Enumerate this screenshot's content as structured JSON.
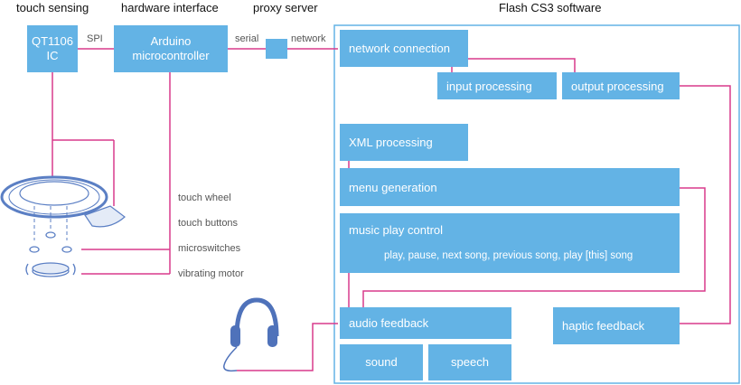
{
  "headers": {
    "touch_sensing": "touch sensing",
    "hardware_interface": "hardware interface",
    "proxy_server": "proxy server",
    "flash_software": "Flash CS3 software"
  },
  "chip": {
    "line1": "QT1106",
    "line2": "IC"
  },
  "arduino": {
    "line1": "Arduino",
    "line2": "microcontroller"
  },
  "link_labels": {
    "spi": "SPI",
    "serial": "serial",
    "network": "network"
  },
  "boxes": {
    "network_connection": "network connection",
    "input_processing": "input processing",
    "output_processing": "output processing",
    "xml_processing": "XML processing",
    "menu_generation": "menu generation",
    "music_play_control": "music play control",
    "music_play_sub": "play, pause, next song, previous song, play [this] song",
    "audio_feedback": "audio feedback",
    "sound": "sound",
    "speech": "speech",
    "haptic_feedback": "haptic feedback"
  },
  "device_labels": {
    "touch_wheel": "touch wheel",
    "touch_buttons": "touch buttons",
    "microswitches": "microswitches",
    "vibrating_motor": "vibrating motor"
  },
  "colors": {
    "box": "#63b3e5",
    "connector": "#d93a8c",
    "panel_border": "#63b3e5",
    "device": "#5b7fc4"
  }
}
